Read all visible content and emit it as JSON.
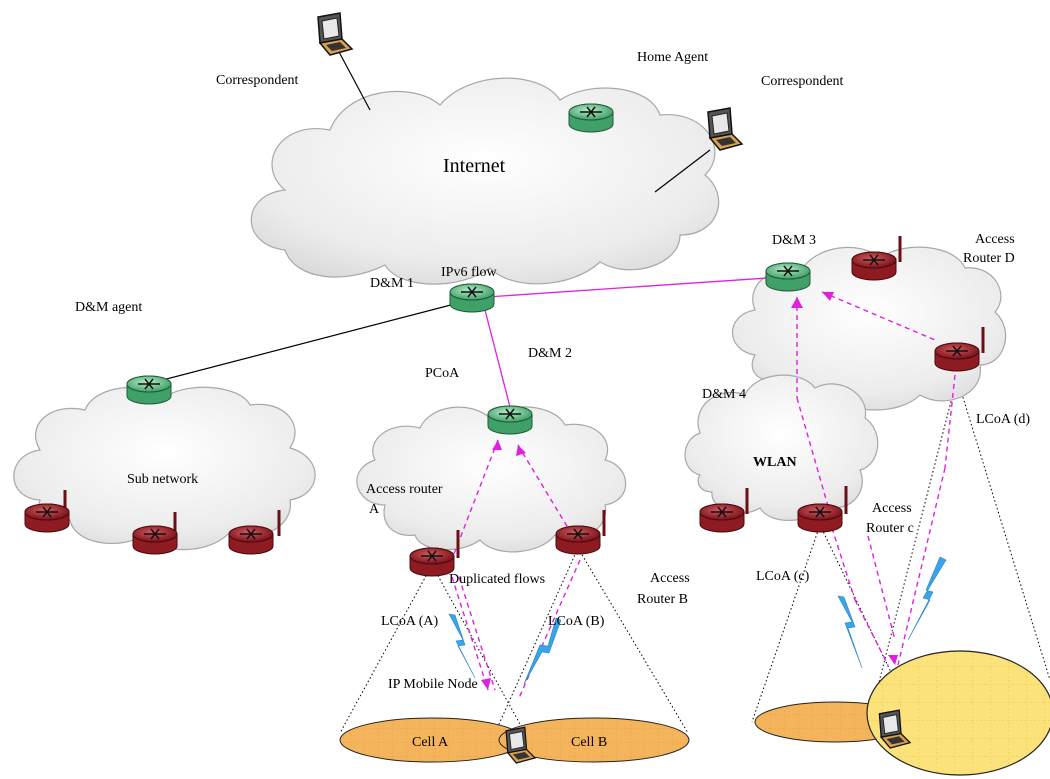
{
  "diagram": {
    "labels": {
      "internet": "Internet",
      "correspondent_left": "Correspondent",
      "correspondent_right": "Correspondent",
      "home_agent": "Home Agent",
      "dm1": "D&M 1",
      "ipv6_flow": "IPv6 flow",
      "dm2": "D&M 2",
      "dm3": "D&M 3",
      "dm4": "D&M 4",
      "dm_agent": "D&M agent",
      "pcoa": "PCoA",
      "sub_network": "Sub network",
      "access_router_a_line1": "Access router",
      "access_router_a_line2": "A",
      "duplicated_flows": "Duplicated flows",
      "access_router_b_line1": "Access",
      "access_router_b_line2": "Router B",
      "lcoa_a": "LCoA (A)",
      "lcoa_b": "LCoA (B)",
      "ip_mobile_node": "IP Mobile Node",
      "cell_a": "Cell A",
      "cell_b": "Cell B",
      "wlan": "WLAN",
      "access_router_c_line1": "Access",
      "access_router_c_line2": "Router c",
      "lcoa_c": "LCoA (c)",
      "access_router_d_line1": "Access",
      "access_router_d_line2": "Router D",
      "lcoa_d": "LCoA (d)"
    },
    "colors": {
      "cloud_fill": "#ededed",
      "cloud_stroke": "#b5b5b5",
      "router_green": "#3fa068",
      "router_red": "#8e1a22",
      "flow_magenta": "#e020e0",
      "wireless_blue": "#3aa4e8",
      "cell_orange": "#f4b45c",
      "cell_yellow": "#fbe78a"
    },
    "icons": [
      "laptop-icon",
      "router-icon",
      "wireless-bolt-icon"
    ]
  }
}
